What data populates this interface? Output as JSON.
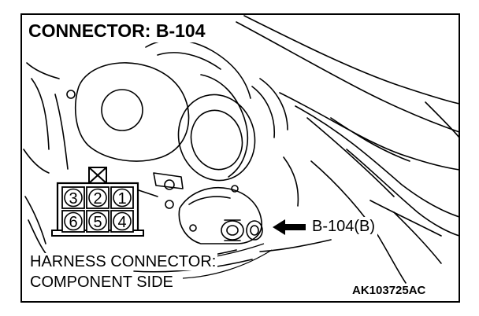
{
  "title": "CONNECTOR: B-104",
  "pointer_label": "B-104(B)",
  "harness_label": {
    "line1": "HARNESS CONNECTOR:",
    "line2": "COMPONENT SIDE"
  },
  "figure_code": "AK103725AC",
  "connector_pins": {
    "top_row": [
      "3",
      "2",
      "1"
    ],
    "bottom_row": [
      "6",
      "5",
      "4"
    ]
  },
  "colors": {
    "line": "#000000",
    "background": "#ffffff"
  }
}
